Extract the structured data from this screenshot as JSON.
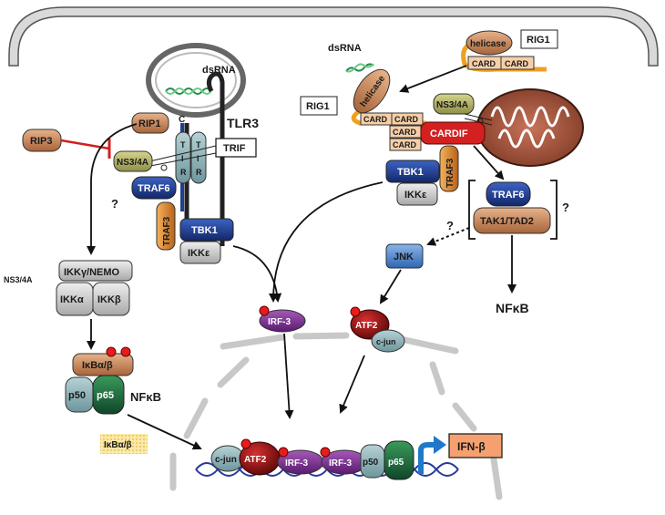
{
  "labels": {
    "dsrna_left": "dsRNA",
    "dsrna_right": "dsRNA",
    "tlr3": "TLR3",
    "c_label": "C",
    "tir1": "T\nI\nR",
    "tir2": "T\nI\nR",
    "trif": "TRIF",
    "rip1": "RIP1",
    "rip3": "RIP3",
    "ns34a_left": "NS3/4A",
    "ns34a_side": "NS3/4A",
    "ns34a_right": "NS3/4A",
    "traf6_left": "TRAF6",
    "traf3_left": "TRAF3",
    "tbk1_left": "TBK1",
    "ikke_left": "IKKε",
    "q1": "?",
    "q2": "?",
    "q3": "?",
    "ikkg": "IKKγ/NEMO",
    "ikka": "IKKα",
    "ikkb": "IKKβ",
    "ikba": "IκBα/β",
    "p50_left": "p50",
    "p65_left": "p65",
    "nfkb_left": "NFκB",
    "ikba_free": "IκBα/β",
    "irf3_mid": "IRF-3",
    "helicase_top": "helicase",
    "rig1_top": "RIG1",
    "card_a": "CARD",
    "card_b": "CARD",
    "helicase_mid": "helicase",
    "rig1_mid": "RIG1",
    "card_c": "CARD",
    "card_d": "CARD",
    "card_e": "CARD",
    "card_f": "CARD",
    "cardif": "CARDIF",
    "traf3_right": "TRAF3",
    "tbk1_right": "TBK1",
    "ikke_right": "IKKε",
    "traf6_right": "TRAF6",
    "tak1": "TAK1/TAD2",
    "jnk": "JNK",
    "atf2_mid": "ATF2",
    "cjun_mid": "c-jun",
    "nfkb_right": "NFκB",
    "cjun_dna": "c-jun",
    "atf2_dna": "ATF2",
    "irf3_dna1": "IRF-3",
    "irf3_dna2": "IRF-3",
    "p50_dna": "p50",
    "p65_dna": "p65",
    "ifnb": "IFN-β"
  },
  "colors": {
    "cell_membrane": "#d9d9d9",
    "rip_brown": "#c98a5e",
    "tir_blue": "#8ab4c8",
    "traf6_blue": "#1f3f8f",
    "traf3_orange": "#e08a2a",
    "tbk1_blue": "#1f3f8f",
    "ikk_gray": "#bdbdbd",
    "ns34a_olive": "#b5b56a",
    "irf3_purple": "#7b2b8c",
    "atf2_red": "#8b1010",
    "p65_green": "#1f6b3a",
    "p50_teal": "#8fb3b8",
    "cardif_red": "#d42020",
    "mitochondrion": "#a0523a",
    "ifnb_box": "#f4a070",
    "promoter_arrow": "#1f78c8",
    "dna_blue": "#2a3a9a",
    "phospho_red": "#e81c1c",
    "card_peach": "#f6cfa8",
    "jnk_blue": "#5a8fcf",
    "ikba_yellow": "#f7e08a"
  }
}
